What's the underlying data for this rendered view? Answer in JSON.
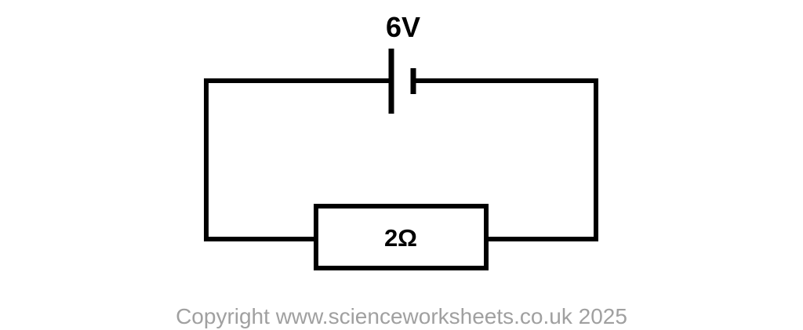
{
  "diagram": {
    "type": "series-circuit",
    "battery_label": "6V",
    "resistor_label": "2Ω",
    "components": [
      {
        "name": "cell",
        "value": "6V",
        "position": "top-center"
      },
      {
        "name": "resistor",
        "value": "2Ω",
        "position": "bottom-center"
      }
    ]
  },
  "footer": {
    "copyright": "Copyright www.scienceworksheets.co.uk 2025"
  },
  "colors": {
    "line": "#000000",
    "label_text": "#000000",
    "copyright_text": "#a0a0a0",
    "background": "#ffffff"
  }
}
